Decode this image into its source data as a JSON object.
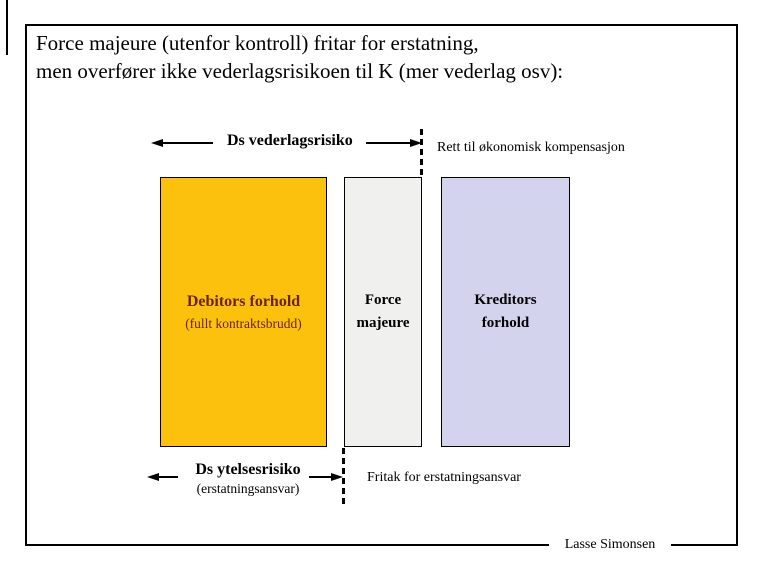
{
  "slide": {
    "title": {
      "line1": "Force majeure (utenfor kontroll) fritar for erstatning,",
      "line2": "men overfører ikke vederlagsrisikoen til K (mer vederlag osv):"
    },
    "footer": {
      "author": "Lasse Simonsen"
    }
  },
  "diagram": {
    "top": {
      "label": "Ds vederlagsrisiko",
      "note": "Rett til økonomisk kompensasjon"
    },
    "boxes": {
      "debitor": {
        "title": "Debitors forhold",
        "subtitle": "(fullt kontraktsbrudd)",
        "fill": "#FCC10D",
        "text_color": "#6B2412"
      },
      "force_majeure": {
        "line1": "Force",
        "line2": "majeure",
        "fill": "#F0F0EE",
        "text_color": "#000000"
      },
      "kreditor": {
        "line1": "Kreditors",
        "line2": "forhold",
        "fill": "#D3D3ED",
        "text_color": "#000000"
      }
    },
    "bottom": {
      "label": "Ds ytelsesrisiko",
      "sublabel": "(erstatningsansvar)",
      "note": "Fritak for erstatningsansvar"
    }
  },
  "colors": {
    "frame_border": "#000000",
    "background": "#FFFFFF",
    "debitor_fill": "#FCC10D",
    "debitor_text": "#6B2412",
    "force_majeure_fill": "#F0F0EE",
    "kreditor_fill": "#D3D3ED"
  }
}
